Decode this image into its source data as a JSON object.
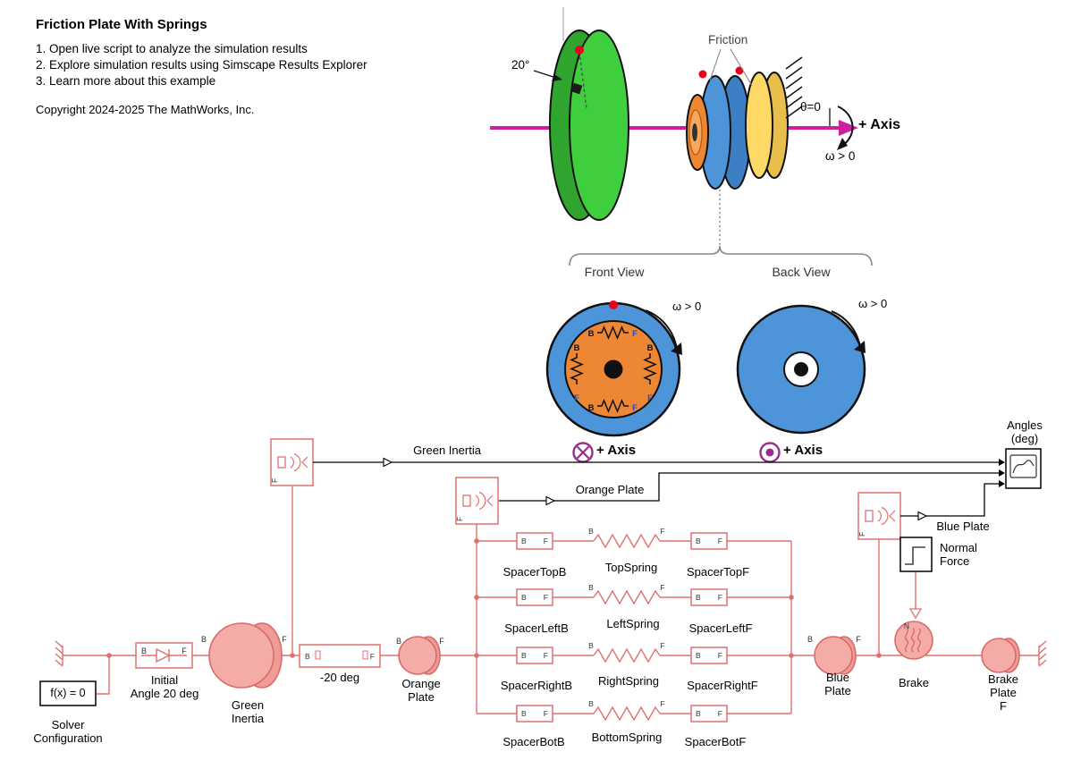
{
  "header": {
    "title": "Friction Plate With Springs",
    "step1": "1. Open live script to analyze the simulation results",
    "step2": "2. Explore simulation results using Simscape Results Explorer",
    "step3": "3. Learn more about this example",
    "copyright": "Copyright 2024-2025 The MathWorks, Inc."
  },
  "ill": {
    "angle": "20°",
    "friction": "Friction",
    "theta": "θ=0",
    "plus_axis": "+ Axis",
    "omega": "ω > 0",
    "front_view": "Front View",
    "back_view": "Back View"
  },
  "ports": {
    "b": "B",
    "f": "F",
    "n": "N"
  },
  "signals": {
    "green": "Green Inertia",
    "orange": "Orange Plate",
    "blue": "Blue Plate"
  },
  "blocks": {
    "scope": "Angles\n(deg)",
    "solver_text": "f(x) = 0",
    "solver": "Solver\nConfiguration",
    "initial": "Initial\nAngle 20 deg",
    "green": "Green\nInertia",
    "offset": "-20 deg",
    "orange": "Orange\nPlate",
    "blue": "Blue\nPlate",
    "brake": "Brake",
    "normal_force": "Normal\nForce",
    "brake_plate": "Brake\nPlate\nF",
    "spacer_top_b": "SpacerTopB",
    "top_spring": "TopSpring",
    "spacer_top_f": "SpacerTopF",
    "spacer_left_b": "SpacerLeftB",
    "left_spring": "LeftSpring",
    "spacer_left_f": "SpacerLeftF",
    "spacer_right_b": "SpacerRightB",
    "right_spring": "RightSpring",
    "spacer_right_f": "SpacerRightF",
    "spacer_bot_b": "SpacerBotB",
    "bottom_spring": "BottomSpring",
    "spacer_bot_f": "SpacerBotF"
  },
  "colors": {
    "salmon_line": "#E07070",
    "disc_fill": "#F5ACA9",
    "green_disc": "#3ECE3E",
    "blue_plate": "#4E94D8",
    "orange_plate": "#ED8733",
    "yellow_plate": "#FFD966",
    "axis_magenta": "#CE1F9E",
    "axis_symbol_purple": "#9A2D8C",
    "marker_red": "#E8001C"
  }
}
